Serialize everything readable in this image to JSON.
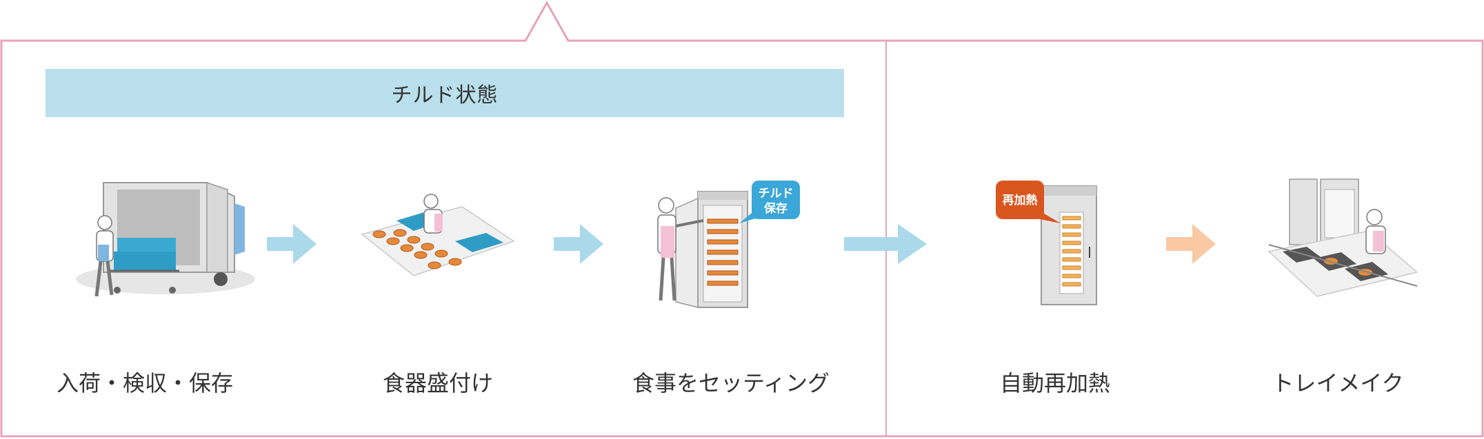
{
  "banner": {
    "label": "チルド状態"
  },
  "steps": [
    {
      "label": "入荷・検収・保存"
    },
    {
      "label": "食器盛付け"
    },
    {
      "label": "食事をセッティング"
    },
    {
      "label": "自動再加熱"
    },
    {
      "label": "トレイメイク"
    }
  ],
  "callouts": {
    "chilled_line1": "チルド",
    "chilled_line2": "保存",
    "reheat": "再加熱"
  },
  "colors": {
    "frame": "#e8a3b8",
    "banner": "#b9e0ec",
    "arrow_chilled": "#a9d9ea",
    "arrow_heated": "#f9c9a3",
    "callout_chilled": "#3ba6d8",
    "callout_reheat": "#d9561e"
  }
}
